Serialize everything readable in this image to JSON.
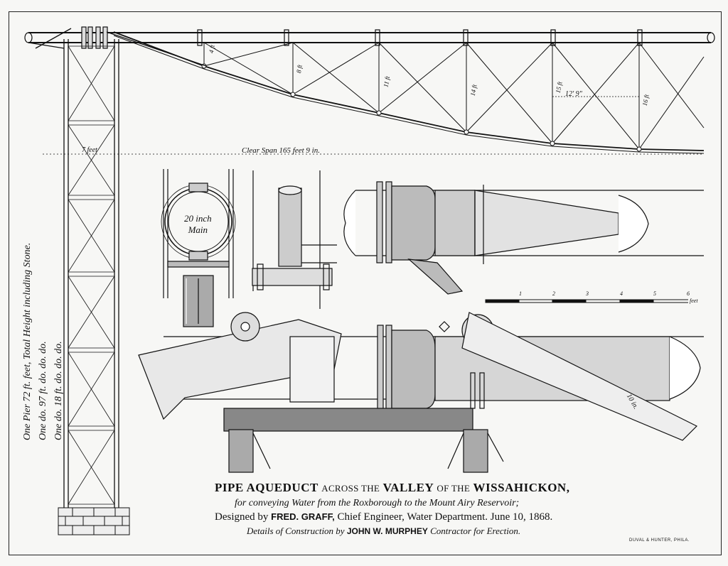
{
  "pier_notes": [
    "One Pier 72 ft. feet, Total Height including Stone.",
    "One do. 97 ft. do. do. do.",
    "One do. 18 ft. do. do. do."
  ],
  "span_label": "Clear Span 165 feet 9 in.",
  "seven_feet_label": "7 feet",
  "truss_depths": [
    "4 ft",
    "8 ft",
    "11 ft",
    "14 ft",
    "15 ft",
    "16 ft"
  ],
  "panel_label": "12' 9\"",
  "main_label_line1": "20 inch",
  "main_label_line2": "Main",
  "ten_in_label": "10 in.",
  "scale": {
    "ticks": [
      "1",
      "2",
      "3",
      "4",
      "5",
      "6"
    ],
    "unit": "feet"
  },
  "title": {
    "line1_a": "PIPE AQUEDUCT",
    "line1_b": "ACROSS THE",
    "line1_c": "VALLEY",
    "line1_d": "OF THE",
    "line1_e": "WISSAHICKON,",
    "line2": "for conveying Water from the Roxborough to the Mount Airy Reservoir;",
    "line3_a": "Designed by",
    "line3_b": "FRED. GRAFF,",
    "line3_c": "Chief Engineer, Water Department. June 10, 1868.",
    "line4_a": "Details of Construction by",
    "line4_b": "JOHN W. MURPHEY",
    "line4_c": "Contractor for Erection."
  },
  "printer": "DUVAL & HUNTER, PHILA."
}
